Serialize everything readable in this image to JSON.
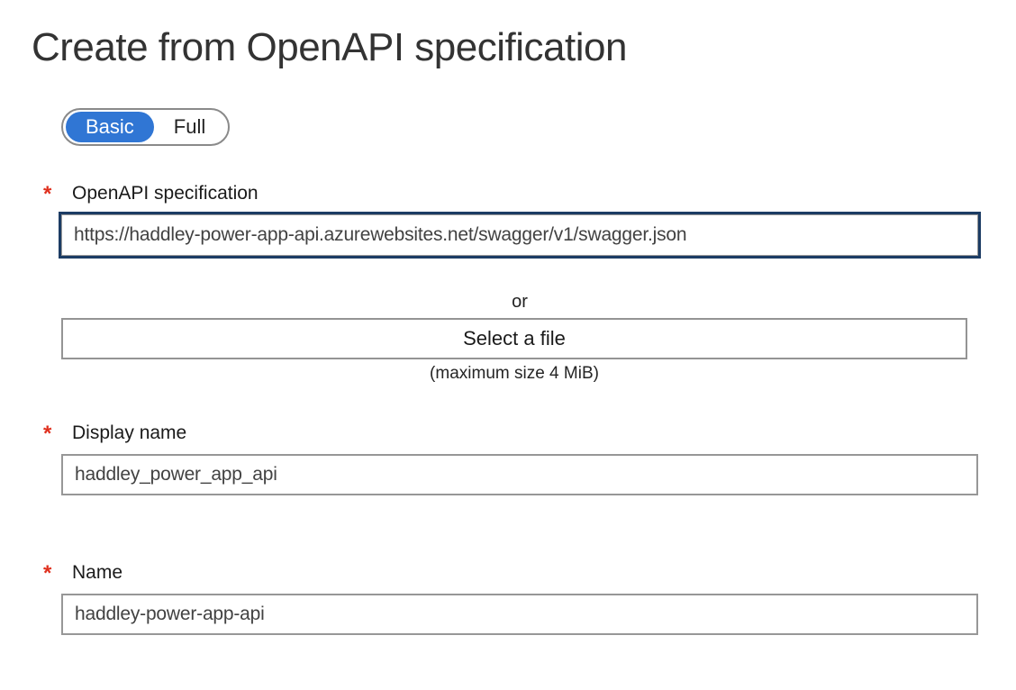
{
  "page": {
    "title": "Create from OpenAPI specification"
  },
  "toggle": {
    "options": [
      {
        "label": "Basic",
        "selected": true
      },
      {
        "label": "Full",
        "selected": false
      }
    ]
  },
  "form": {
    "required_marker": "*",
    "or_text": "or",
    "select_file_label": "Select a file",
    "max_size_hint": "(maximum size 4 MiB)",
    "fields": [
      {
        "label": "OpenAPI specification",
        "value": "https://haddley-power-app-api.azurewebsites.net/swagger/v1/swagger.json",
        "required": true,
        "focused": true
      },
      {
        "label": "Display name",
        "value": "haddley_power_app_api",
        "required": true,
        "focused": false
      },
      {
        "label": "Name",
        "value": "haddley-power-app-api",
        "required": true,
        "focused": false
      }
    ]
  },
  "colors": {
    "accent_blue": "#3076d4",
    "required_red": "#e0301e",
    "focus_border_navy": "#1c3c64",
    "input_border_gray": "#979797"
  }
}
